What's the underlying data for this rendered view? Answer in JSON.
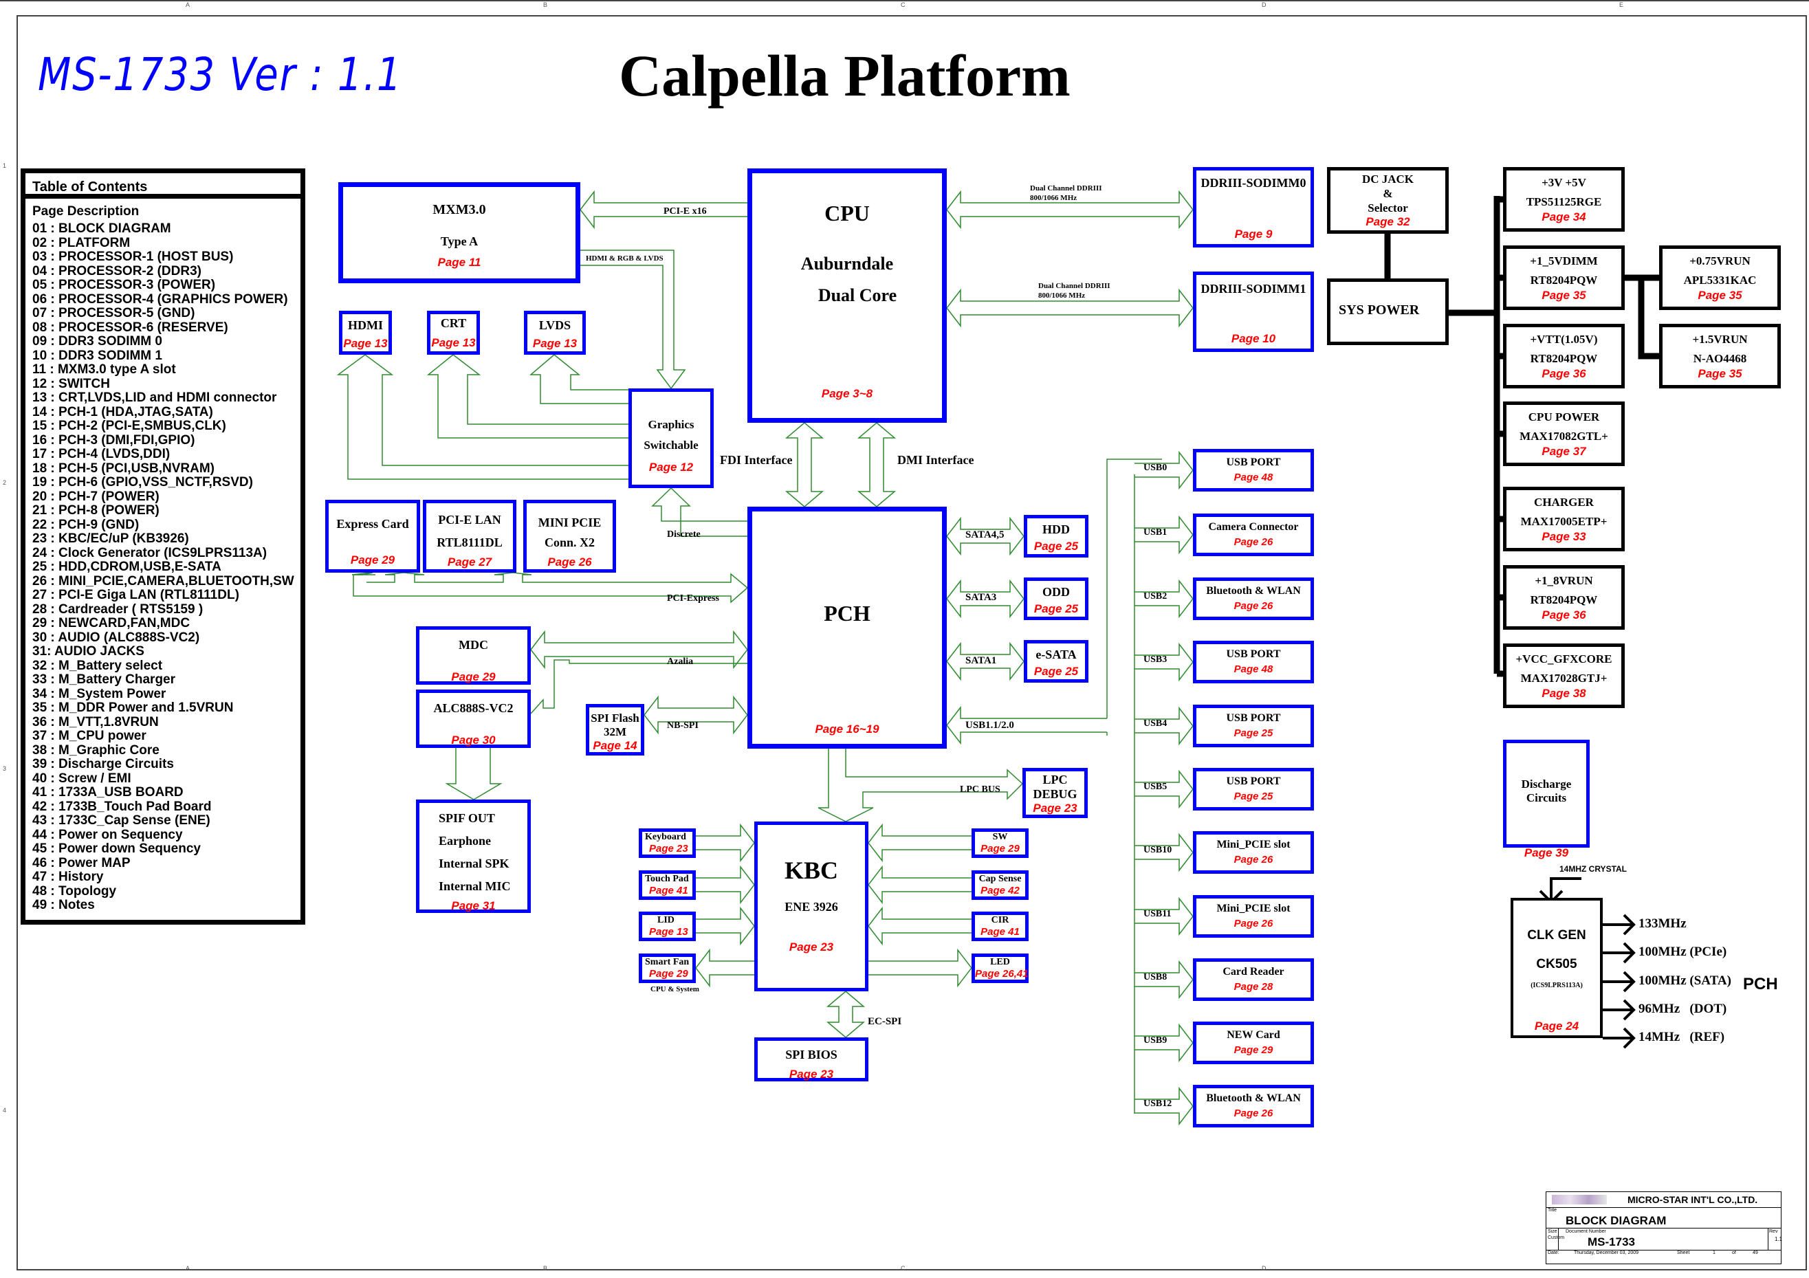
{
  "header": {
    "model_version": "MS-1733  Ver : 1.1",
    "title": "Calpella Platform"
  },
  "zones": {
    "columns": [
      "A",
      "B",
      "C",
      "D",
      "E"
    ],
    "rows": [
      "1",
      "2",
      "3",
      "4"
    ]
  },
  "toc": {
    "title": "Table of Contents",
    "subtitle": "Page  Description",
    "items": [
      "01 : BLOCK DIAGRAM",
      "02 : PLATFORM",
      "03 : PROCESSOR-1 (HOST BUS)",
      "04 : PROCESSOR-2 (DDR3)",
      "05 : PROCESSOR-3 (POWER)",
      "06 : PROCESSOR-4 (GRAPHICS POWER)",
      "07 : PROCESSOR-5 (GND)",
      "08 : PROCESSOR-6 (RESERVE)",
      "09 : DDR3 SODIMM 0",
      "10 : DDR3 SODIMM 1",
      "11 : MXM3.0 type A slot",
      "12 : SWITCH",
      "13 : CRT,LVDS,LID and HDMI connector",
      "14 : PCH-1 (HDA,JTAG,SATA)",
      "15 : PCH-2 (PCI-E,SMBUS,CLK)",
      "16 : PCH-3 (DMI,FDI,GPIO)",
      "17 : PCH-4 (LVDS,DDI)",
      "18 : PCH-5 (PCI,USB,NVRAM)",
      "19 : PCH-6 (GPIO,VSS_NCTF,RSVD)",
      "20 : PCH-7 (POWER)",
      "21 : PCH-8 (POWER)",
      "22 : PCH-9 (GND)",
      "23 : KBC/EC/uP (KB3926)",
      "24 : Clock Generator (ICS9LPRS113A)",
      "25 : HDD,CDROM,USB,E-SATA",
      "26 : MINI_PCIE,CAMERA,BLUETOOTH,SW",
      "27 : PCI-E Giga LAN  (RTL8111DL)",
      "28 : Cardreader ( RTS5159 )",
      "29 : NEWCARD,FAN,MDC",
      "30 : AUDIO (ALC888S-VC2)",
      "31:  AUDIO JACKS",
      "32 : M_Battery select",
      "33 : M_Battery Charger",
      "34 : M_System Power",
      "35 : M_DDR Power and 1.5VRUN",
      "36 : M_VTT,1.8VRUN",
      "37 : M_CPU power",
      "38 : M_Graphic Core",
      "39 : Discharge Circuits",
      "40 : Screw / EMI",
      "41 : 1733A_USB BOARD",
      "42 : 1733B_Touch Pad Board",
      "43 : 1733C_Cap Sense (ENE)",
      "44 : Power on Sequency",
      "45 : Power down Sequency",
      "46 : Power MAP",
      "47 : History",
      "48 : Topology",
      "49 : Notes"
    ]
  },
  "blocks": {
    "mxm": {
      "l1": "MXM3.0",
      "l2": "Type A",
      "page": "Page 11"
    },
    "cpu": {
      "l1": "CPU",
      "l2": "Auburndale",
      "l3": "Dual Core",
      "page": "Page 3~8"
    },
    "hdmi": {
      "l1": "HDMI",
      "page": "Page 13"
    },
    "crt": {
      "l1": "CRT",
      "page": "Page 13"
    },
    "lvds": {
      "l1": "LVDS",
      "page": "Page 13"
    },
    "gfx_switch": {
      "l1": "Graphics",
      "l2": "Switchable",
      "page": "Page 12"
    },
    "sodimm0": {
      "l1": "DDRIII-SODIMM0",
      "page": "Page 9"
    },
    "sodimm1": {
      "l1": "DDRIII-SODIMM1",
      "page": "Page 10"
    },
    "express_card": {
      "l1": "Express Card",
      "page": "Page 29"
    },
    "pcie_lan": {
      "l1": "PCI-E LAN",
      "l2": "RTL8111DL",
      "page": "Page 27"
    },
    "mini_pcie": {
      "l1": "MINI PCIE",
      "l2": "Conn. X2",
      "page": "Page 26"
    },
    "pch": {
      "l1": "PCH",
      "page": "Page 16~19"
    },
    "hdd": {
      "l1": "HDD",
      "page": "Page 25"
    },
    "odd": {
      "l1": "ODD",
      "page": "Page 25"
    },
    "esata": {
      "l1": "e-SATA",
      "page": "Page 25"
    },
    "mdc": {
      "l1": "MDC",
      "page": "Page 29"
    },
    "alc": {
      "l1": "ALC888S-VC2",
      "page": "Page 30"
    },
    "spi_flash": {
      "l1": "SPI Flash",
      "l2": "32M",
      "page": "Page 14"
    },
    "audio_jacks": {
      "l1": "SPIF OUT",
      "l2": "Earphone",
      "l3": "Internal SPK",
      "l4": "Internal MIC",
      "page": "Page 31"
    },
    "lpc_debug": {
      "l1": "LPC",
      "l2": "DEBUG",
      "page": "Page 23"
    },
    "kbc": {
      "l1": "KBC",
      "l2": "ENE 3926",
      "page": "Page 23"
    },
    "spi_bios": {
      "l1": "SPI BIOS",
      "page": "Page 23"
    },
    "keyboard": {
      "l1": "Keyboard",
      "page": "Page 23"
    },
    "touchpad": {
      "l1": "Touch Pad",
      "page": "Page 41"
    },
    "lid": {
      "l1": "LID",
      "page": "Page 13"
    },
    "smart_fan": {
      "l1": "Smart Fan",
      "page": "Page 29",
      "note": "CPU & System"
    },
    "sw": {
      "l1": "SW",
      "page": "Page 29"
    },
    "cap_sense": {
      "l1": "Cap Sense",
      "page": "Page 42"
    },
    "cir": {
      "l1": "CIR",
      "page": "Page 41"
    },
    "led": {
      "l1": "LED",
      "page": "Page 26,41"
    }
  },
  "usb_ports": [
    {
      "bus": "USB0",
      "name": "USB PORT",
      "page": "Page 48"
    },
    {
      "bus": "USB1",
      "name": "Camera Connector",
      "page": "Page 26"
    },
    {
      "bus": "USB2",
      "name": "Bluetooth & WLAN",
      "page": "Page 26"
    },
    {
      "bus": "USB3",
      "name": "USB PORT",
      "page": "Page 48"
    },
    {
      "bus": "USB4",
      "name": "USB PORT",
      "page": "Page 25"
    },
    {
      "bus": "USB5",
      "name": "USB PORT",
      "page": "Page 25"
    },
    {
      "bus": "USB10",
      "name": "Mini_PCIE slot",
      "page": "Page 26"
    },
    {
      "bus": "USB11",
      "name": "Mini_PCIE slot",
      "page": "Page 26"
    },
    {
      "bus": "USB8",
      "name": "Card Reader",
      "page": "Page 28"
    },
    {
      "bus": "USB9",
      "name": "NEW Card",
      "page": "Page 29"
    },
    {
      "bus": "USB12",
      "name": "Bluetooth & WLAN",
      "page": "Page 26"
    }
  ],
  "buses": {
    "pcie_x16": "PCI-E x16",
    "hdmi_rgb_lvds": "HDMI & RGB & LVDS",
    "ddr0_l1": "Dual Channel DDRIII",
    "ddr0_l2": "800/1066 MHz",
    "ddr1_l1": "Dual Channel DDRIII",
    "ddr1_l2": "800/1066 MHz",
    "fdi": "FDI Interface",
    "dmi": "DMI Interface",
    "discrete": "Discrete",
    "pci_express": "PCI-Express",
    "azalia": "Azalia",
    "nb_spi": "NB-SPI",
    "sata45": "SATA4,5",
    "sata3": "SATA3",
    "sata1": "SATA1",
    "usb": "USB1.1/2.0",
    "lpc_bus": "LPC BUS",
    "ec_spi": "EC-SPI"
  },
  "power": {
    "dc_jack": {
      "l1": "DC JACK",
      "l2": "&",
      "l3": "Selector",
      "page": "Page 32"
    },
    "sys_power": {
      "l1": "SYS POWER"
    },
    "rails": [
      {
        "l1": "+3V +5V",
        "l2": "TPS51125RGE",
        "page": "Page 34"
      },
      {
        "l1": "+1_5VDIMM",
        "l2": "RT8204PQW",
        "page": "Page 35"
      },
      {
        "l1": "+VTT(1.05V)",
        "l2": "RT8204PQW",
        "page": "Page 36"
      },
      {
        "l1": "CPU POWER",
        "l2": "MAX17082GTL+",
        "page": "Page 37"
      },
      {
        "l1": "CHARGER",
        "l2": "MAX17005ETP+",
        "page": "Page 33"
      },
      {
        "l1": "+1_8VRUN",
        "l2": "RT8204PQW",
        "page": "Page 36"
      },
      {
        "l1": "+VCC_GFXCORE",
        "l2": "MAX17028GTJ+",
        "page": "Page 38"
      }
    ],
    "sub_rails": [
      {
        "l1": "+0.75VRUN",
        "l2": "APL5331KAC",
        "page": "Page 35"
      },
      {
        "l1": "+1.5VRUN",
        "l2": "N-AO4468",
        "page": "Page 35"
      }
    ],
    "discharge": {
      "l1": "Discharge Circuits",
      "page": "Page 39"
    }
  },
  "clock": {
    "crystal": "14MHZ CRYSTAL",
    "l1": "CLK GEN",
    "l2": "CK505",
    "l3": "(ICS9LPRS113A)",
    "page": "Page 24",
    "outputs": [
      "133MHz",
      "100MHz (PCIe)",
      "100MHz (SATA)",
      "96MHz   (DOT)",
      "14MHz   (REF)"
    ],
    "target": "PCH"
  },
  "title_block": {
    "company": "MICRO-STAR INT'L CO.,LTD.",
    "title_label": "Title",
    "title": "BLOCK DIAGRAM",
    "size_label": "Size",
    "size": "Custom",
    "docnum_label": "Document Number",
    "docnum": "MS-1733",
    "rev_label": "Rev",
    "rev": "1.1",
    "date_label": "Date:",
    "date": "Thursday, December 03, 2009",
    "sheet_label": "Sheet",
    "sheet": "1",
    "of_label": "of",
    "total": "49"
  },
  "colors": {
    "block_border": "#0000ff",
    "page_ref": "#ff0000",
    "bus_arrow": "#2e8b2e",
    "power_border": "#000000",
    "model_text": "#0000ff"
  }
}
